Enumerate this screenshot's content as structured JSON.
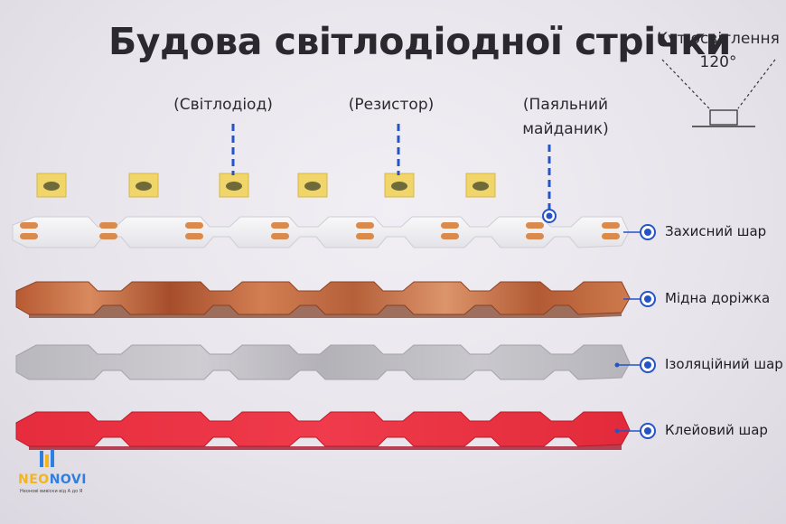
{
  "title": "Будова світлодіодної стрічки",
  "callouts": {
    "led": "(Світлодіод)",
    "resistor": "(Резистор)",
    "pad_line1": "(Паяльний",
    "pad_line2": "майданик)"
  },
  "lighting_angle": {
    "label": "Кут освітлення",
    "value": "120°"
  },
  "layers": [
    {
      "label": "Захисний шар",
      "color": "#f4f3f6"
    },
    {
      "label": "Мідна доріжка",
      "color": "#c4693f"
    },
    {
      "label": "Ізоляційний шар",
      "color": "#bdbcc1"
    },
    {
      "label": "Клейовий шар",
      "color": "#e8303f"
    }
  ],
  "colors": {
    "leader": "#2454c6",
    "led_body": "#f0d56a",
    "resistor": "#d98a4c"
  },
  "brand": {
    "name_part1": "NEO",
    "name_part2": "NOVI",
    "tagline": "Неонові вивіски від А до Я"
  }
}
